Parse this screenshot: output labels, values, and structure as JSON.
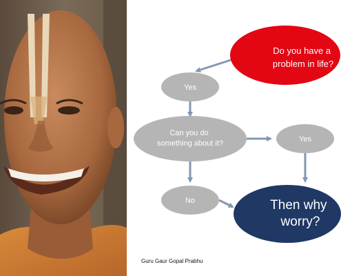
{
  "flowchart": {
    "nodes": {
      "question_problem": {
        "lines": [
          "Do you have a",
          "problem in life?"
        ],
        "fill": "#e30613",
        "text_color": "#ffffff"
      },
      "yes_1": {
        "lines": [
          "Yes"
        ],
        "fill": "#b5b5b5",
        "text_color": "#ffffff"
      },
      "question_action": {
        "lines": [
          "Can you do",
          "something about it?"
        ],
        "fill": "#b5b5b5",
        "text_color": "#ffffff"
      },
      "yes_2": {
        "lines": [
          "Yes"
        ],
        "fill": "#b5b5b5",
        "text_color": "#ffffff"
      },
      "no": {
        "lines": [
          "No"
        ],
        "fill": "#b5b5b5",
        "text_color": "#ffffff"
      },
      "conclusion": {
        "lines": [
          "Then why",
          "worry?"
        ],
        "fill": "#1f3864",
        "text_color": "#ffffff"
      }
    },
    "edge_color": "#8397b0"
  },
  "caption": "Guru Gaur Gopal Prabhu",
  "photo": {
    "subject": "portrait-photo"
  }
}
